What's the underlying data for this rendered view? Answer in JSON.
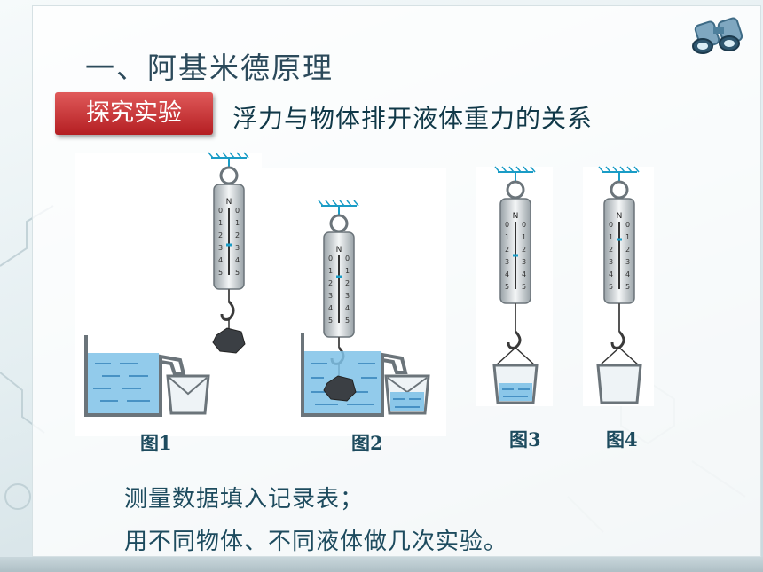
{
  "slide": {
    "title": "一、阿基米德原理",
    "badge": "探究实验",
    "subtitle": "浮力与物体排开液体重力的关系",
    "figure_labels": [
      "图1",
      "图2",
      "图3",
      "图4"
    ],
    "scale_marks": [
      "0",
      "1",
      "2",
      "3",
      "4",
      "5"
    ],
    "scale_letter": "N",
    "lines": [
      "测量数据填入记录表；",
      "用不同物体、不同液体做几次实验。"
    ]
  },
  "colors": {
    "badge": "#c0282a",
    "text": "#1d4b5e",
    "water": "#4aa6d9",
    "hook": "#1a9cc6"
  }
}
